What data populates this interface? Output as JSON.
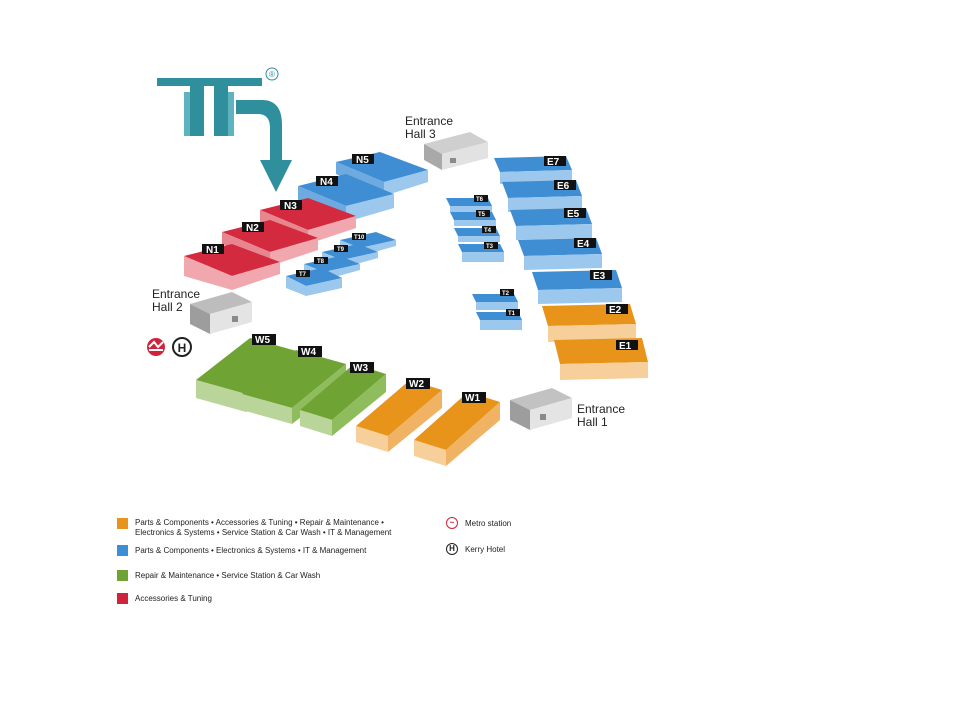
{
  "entrances": {
    "hall3": {
      "line1": "Entrance",
      "line2": "Hall 3"
    },
    "hall2": {
      "line1": "Entrance",
      "line2": "Hall 2"
    },
    "hall1": {
      "line1": "Entrance",
      "line2": "Hall 1"
    }
  },
  "halls": {
    "N5": "N5",
    "N4": "N4",
    "N3": "N3",
    "N2": "N2",
    "N1": "N1",
    "E7": "E7",
    "E6": "E6",
    "E5": "E5",
    "E4": "E4",
    "E3": "E3",
    "E2": "E2",
    "E1": "E1",
    "W5": "W5",
    "W4": "W4",
    "W3": "W3",
    "W2": "W2",
    "W1": "W1",
    "T10": "T10",
    "T9": "T9",
    "T8": "T8",
    "T7": "T7",
    "T6": "T6",
    "T5": "T5",
    "T4": "T4",
    "T3": "T3",
    "T2": "T2",
    "T1": "T1"
  },
  "logo": {
    "registered": "®"
  },
  "legend": {
    "orange": "Parts & Components • Accessories & Tuning • Repair & Maintenance • Electronics & Systems • Service Station & Car Wash • IT & Management",
    "blue": "Parts & Components • Electronics & Systems • IT & Management",
    "green": "Repair & Maintenance • Service Station & Car Wash",
    "red": "Accessories & Tuning",
    "metro": "Metro station",
    "hotel": "Kerry Hotel",
    "hotel_symbol": "H"
  },
  "colors": {
    "orange": "#e8931a",
    "blue": "#3a8fd6",
    "green": "#6fa334",
    "red": "#d0223a",
    "logo": "#2f8f9c"
  }
}
